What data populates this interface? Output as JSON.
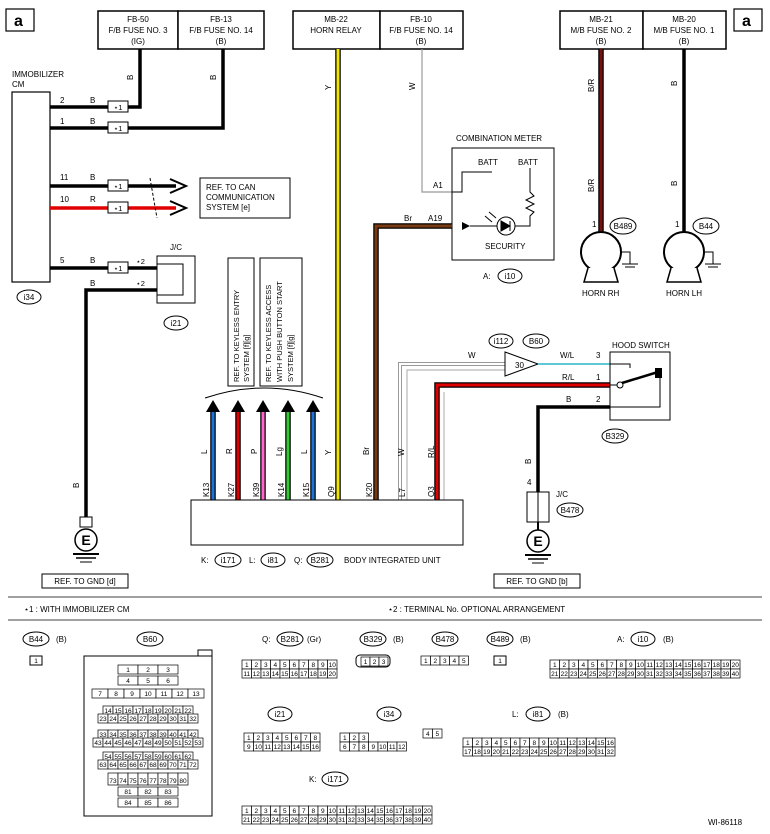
{
  "corner_label": "a",
  "fuse_boxes": [
    {
      "id": "FB-50",
      "line2": "F/B FUSE NO. 3",
      "line3": "(IG)"
    },
    {
      "id": "FB-13",
      "line2": "F/B FUSE NO. 14",
      "line3": "(B)"
    },
    {
      "id": "MB-22",
      "line2": "HORN RELAY",
      "line3": ""
    },
    {
      "id": "FB-10",
      "line2": "F/B FUSE NO. 14",
      "line3": "(B)"
    },
    {
      "id": "MB-21",
      "line2": "M/B FUSE NO. 2",
      "line3": "(B)"
    },
    {
      "id": "MB-20",
      "line2": "M/B FUSE NO. 1",
      "line3": "(B)"
    }
  ],
  "immobilizer": {
    "title1": "IMMOBILIZER",
    "title2": "CM",
    "connector": "i34"
  },
  "wire_colors": {
    "B": "B",
    "R": "R",
    "Y": "Y",
    "W": "W",
    "Br": "Br",
    "BR": "B/R",
    "L": "L",
    "P": "P",
    "Lg": "Lg",
    "WL": "W/L",
    "RL": "R/L"
  },
  "pins": {
    "p2": "2",
    "p1": "1",
    "p11": "11",
    "p10": "10",
    "p5": "5",
    "p3": "3",
    "p4": "4",
    "A1": "A1",
    "A19": "A19"
  },
  "star1": "⋆1",
  "star2": "⋆2",
  "can_ref": [
    "REF. TO CAN",
    "COMMUNICATION",
    "SYSTEM [e]"
  ],
  "jc": {
    "label": "J/C",
    "connector": "i21",
    "connector2": "B478"
  },
  "combination_meter": {
    "title": "COMBINATION METER",
    "batt": "BATT",
    "security": "SECURITY",
    "connector_prefix": "A:",
    "connector": "i10"
  },
  "horns": {
    "rh": "HORN RH",
    "lh": "HORN LH",
    "rh_conn": "B489",
    "lh_conn": "B44"
  },
  "keyless_refs": [
    [
      "REF. TO KEYLESS ENTRY",
      "SYSTEM [f][g]"
    ],
    [
      "REF. TO KEYLESS ACCESS",
      "WITH PUSH BUTTON START",
      "SYSTEM [f][g]"
    ]
  ],
  "hood_switch": {
    "title": "HOOD SWITCH",
    "connector": "B329",
    "i112": "i112",
    "b60": "B60",
    "pin30": "30"
  },
  "biu": {
    "terminals": [
      "K13",
      "K27",
      "K39",
      "K14",
      "K15",
      "Q9",
      "K20",
      "L7",
      "Q3"
    ],
    "k_prefix": "K:",
    "k_conn": "i171",
    "l_prefix": "L:",
    "l_conn": "i81",
    "q_prefix": "Q:",
    "q_conn": "B281",
    "title": "BODY INTEGRATED UNIT"
  },
  "ground": {
    "symbol": "E",
    "ref_d": "REF. TO GND [d]",
    "ref_b": "REF. TO GND [b]"
  },
  "footnotes": {
    "n1": "⋆1 : WITH IMMOBILIZER CM",
    "n2": "⋆2 : TERMINAL No. OPTIONAL ARRANGEMENT"
  },
  "legend": {
    "b44": "B44",
    "b44_color": "(B)",
    "b60": "B60",
    "b281_prefix": "Q:",
    "b281": "B281",
    "b281_color": "(Gr)",
    "b329": "B329",
    "b329_color": "(B)",
    "b478": "B478",
    "b489": "B489",
    "b489_color": "(B)",
    "i10_prefix": "A:",
    "i10": "i10",
    "i10_color": "(B)",
    "i21": "i21",
    "i34": "i34",
    "i81_prefix": "L:",
    "i81": "i81",
    "i81_color": "(B)",
    "i171_prefix": "K:",
    "i171": "i171"
  },
  "code": "WI-86118",
  "colors": {
    "black": "#000000",
    "red": "#e00000",
    "yellow": "#f2e600",
    "brown": "#7a3b12",
    "blue": "#1e73d8",
    "pink": "#ff66cc",
    "green": "#33cc33",
    "darkred": "#7a0f0f",
    "gray": "#b8b8b8",
    "cyan": "#2ab5c8"
  }
}
